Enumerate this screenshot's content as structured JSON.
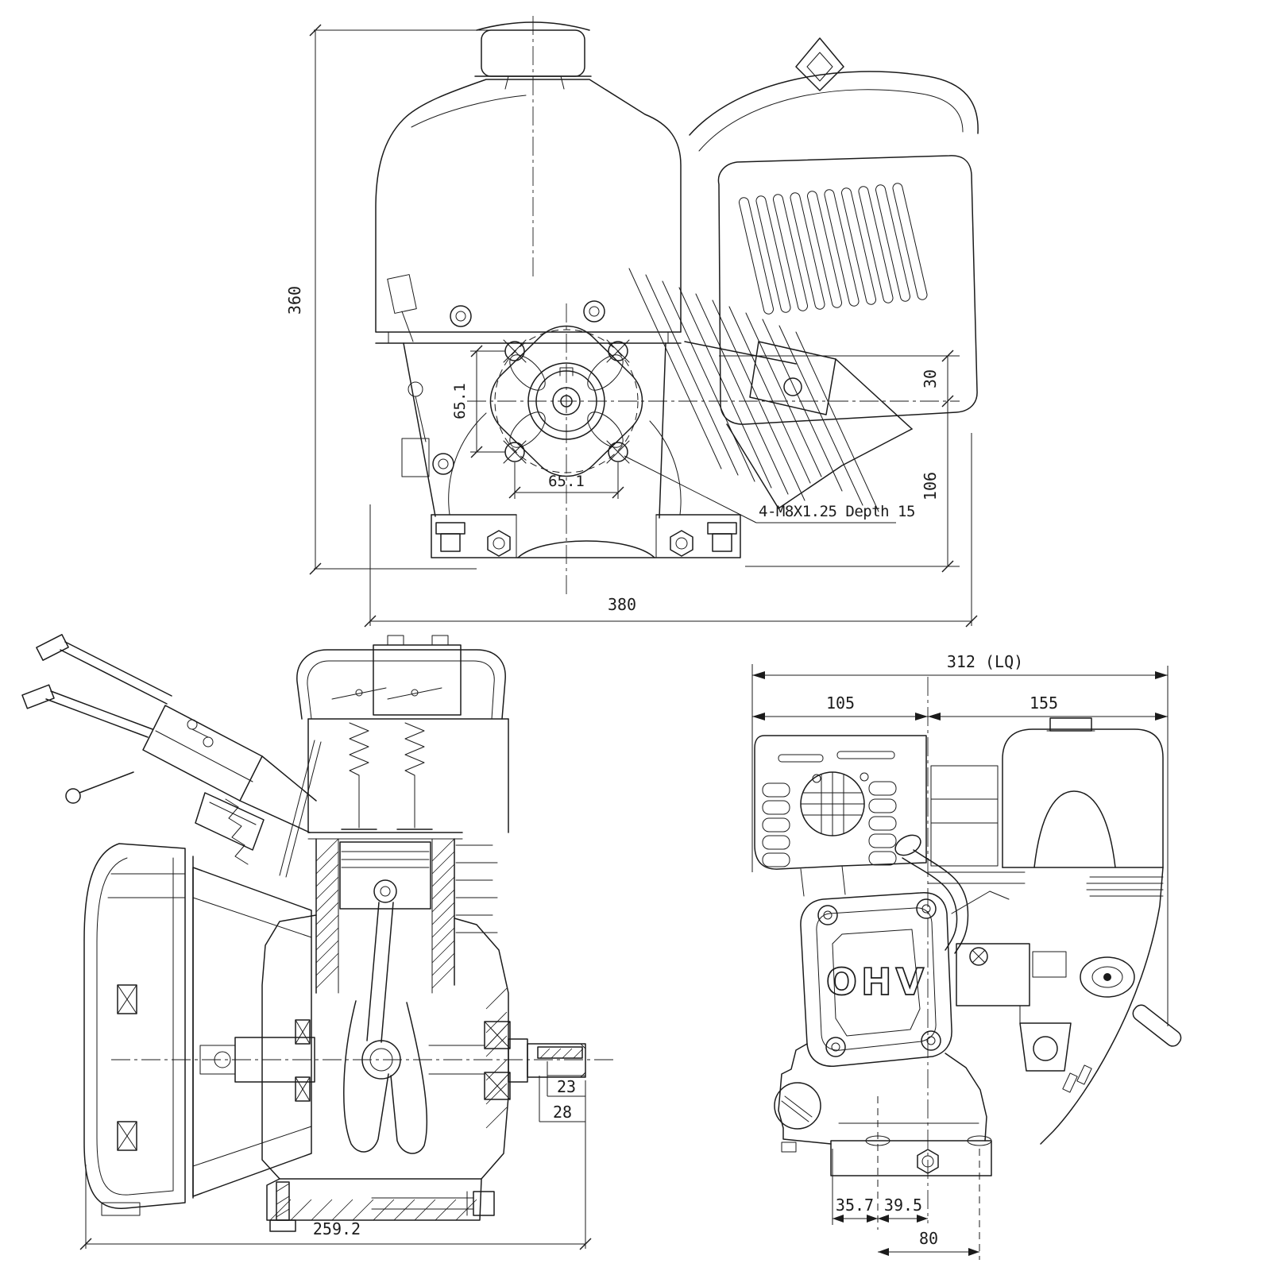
{
  "front_view": {
    "overall_height": "360",
    "overall_width": "380",
    "pto_bolt_spacing_vertical": "65.1",
    "pto_bolt_spacing_horizontal": "65.1",
    "bracket_to_shaft_center": "30",
    "shaft_center_to_base": "106",
    "mounting_thread_note": "4-M8X1.25 Depth 15"
  },
  "section_view": {
    "overall_length": "259.2",
    "keyway_length": "23",
    "shaft_end_length": "28"
  },
  "side_view": {
    "overall_width": "312 (LQ)",
    "center_to_left": "105",
    "center_to_right": "155",
    "base_offset_left": "35.7",
    "base_offset_right": "39.5",
    "mount_bolt_spacing": "80",
    "valve_cover_badge": "OHV"
  }
}
